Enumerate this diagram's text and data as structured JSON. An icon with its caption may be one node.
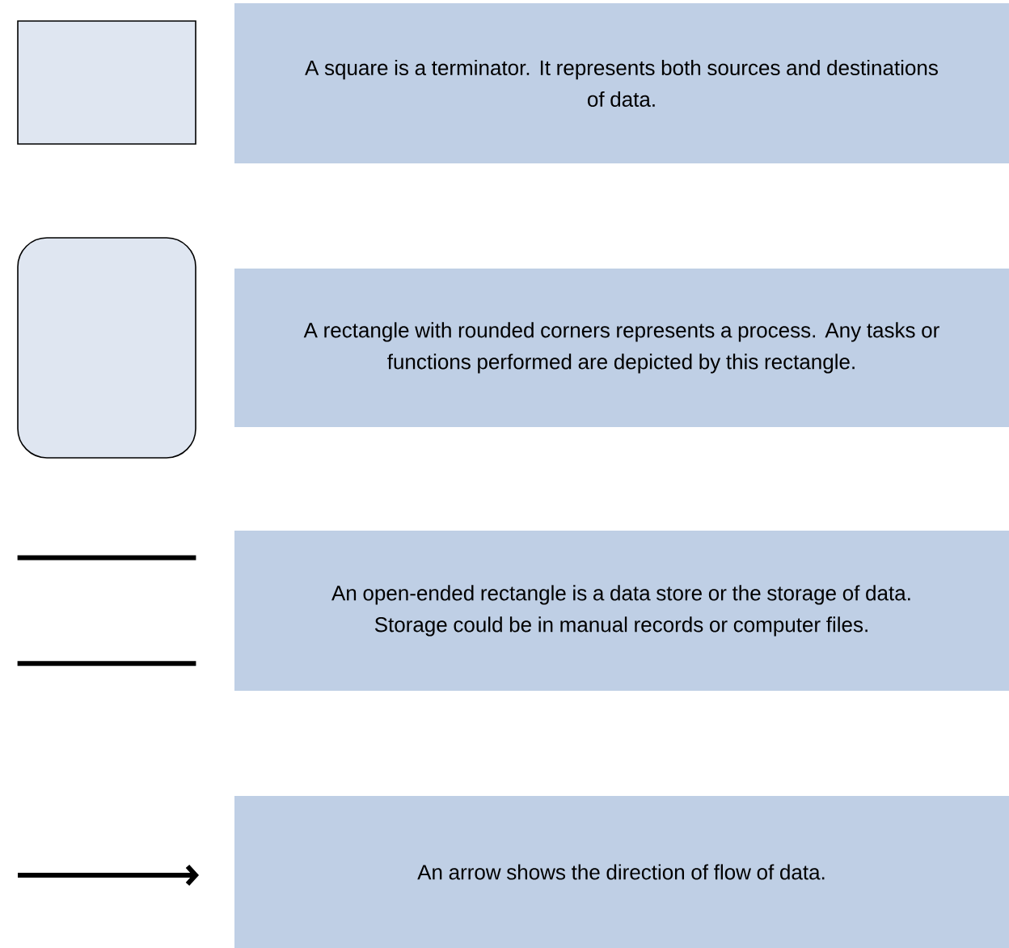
{
  "diagram": {
    "nodes": [
      {
        "text": [],
        "shape": "box"
      },
      {
        "text": [
          "A square is a terminator. It represents both sources and destinations of data."
        ]
      },
      {
        "text": [],
        "shape": "rounded"
      },
      {
        "text": [
          "A rectangle with rounded corners represents a process. Any tasks or functions performed are depicted by this rectangle."
        ]
      },
      {
        "text": [],
        "shape": "store"
      },
      {
        "text": [
          "An open-ended rectangle is a data store or the storage of data. Storage could be in manual records or computer files."
        ]
      },
      {
        "text": [
          "An arrow shows the direction of flow of data."
        ]
      }
    ]
  }
}
